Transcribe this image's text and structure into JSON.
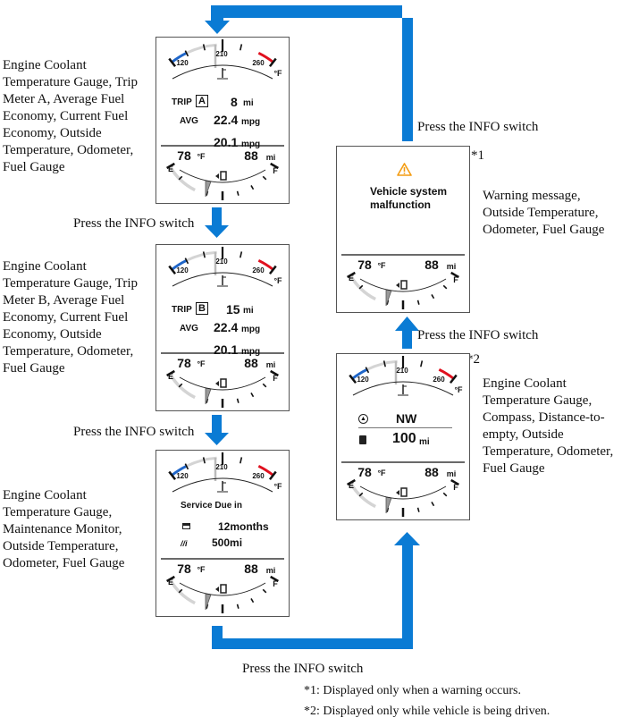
{
  "accent_color": "#0a7bd4",
  "switch_label": "Press the INFO switch",
  "gauge": {
    "t120": "120",
    "t210": "210",
    "t260": "260",
    "tunit": "°F",
    "empty": "E",
    "full": "F"
  },
  "common": {
    "outside_temp": "78",
    "temp_unit": "°F",
    "odometer": "88",
    "odo_unit": "mi"
  },
  "screens": [
    {
      "description": "Engine Coolant Temperature Gauge, Trip Meter A, Average Fuel Economy, Current Fuel Economy, Outside Temperature, Odometer, Fuel Gauge",
      "trip_label": "TRIP",
      "trip_id": "A",
      "trip_value": "8",
      "trip_unit": "mi",
      "avg_label": "AVG",
      "avg_value": "22.4",
      "avg_unit": "mpg",
      "current_value": "20.1",
      "current_unit": "mpg"
    },
    {
      "description": "Engine Coolant Temperature Gauge, Trip Meter B, Average Fuel Economy, Current Fuel Economy, Outside Temperature, Odometer, Fuel Gauge",
      "trip_label": "TRIP",
      "trip_id": "B",
      "trip_value": "15",
      "trip_unit": "mi",
      "avg_label": "AVG",
      "avg_value": "22.4",
      "avg_unit": "mpg",
      "current_value": "20.1",
      "current_unit": "mpg"
    },
    {
      "description": "Engine Coolant Temperature Gauge, Maintenance Monitor, Outside Temperature, Odometer, Fuel Gauge",
      "title": "Service Due in",
      "months": "12months",
      "distance": "500mi"
    },
    {
      "description": "Engine Coolant Temperature Gauge, Compass, Distance-to-empty, Outside Temperature, Odometer, Fuel Gauge",
      "marker": "*2",
      "heading": "NW",
      "dte_value": "100",
      "dte_unit": "mi"
    },
    {
      "description": "Warning message, Outside Temperature, Odometer, Fuel Gauge",
      "marker": "*1",
      "warning_line1": "Vehicle system",
      "warning_line2": "malfunction",
      "warning_color": "#f39c12"
    }
  ],
  "footnotes": [
    "*1: Displayed only when a warning occurs.",
    "*2: Displayed only while vehicle is being driven."
  ]
}
